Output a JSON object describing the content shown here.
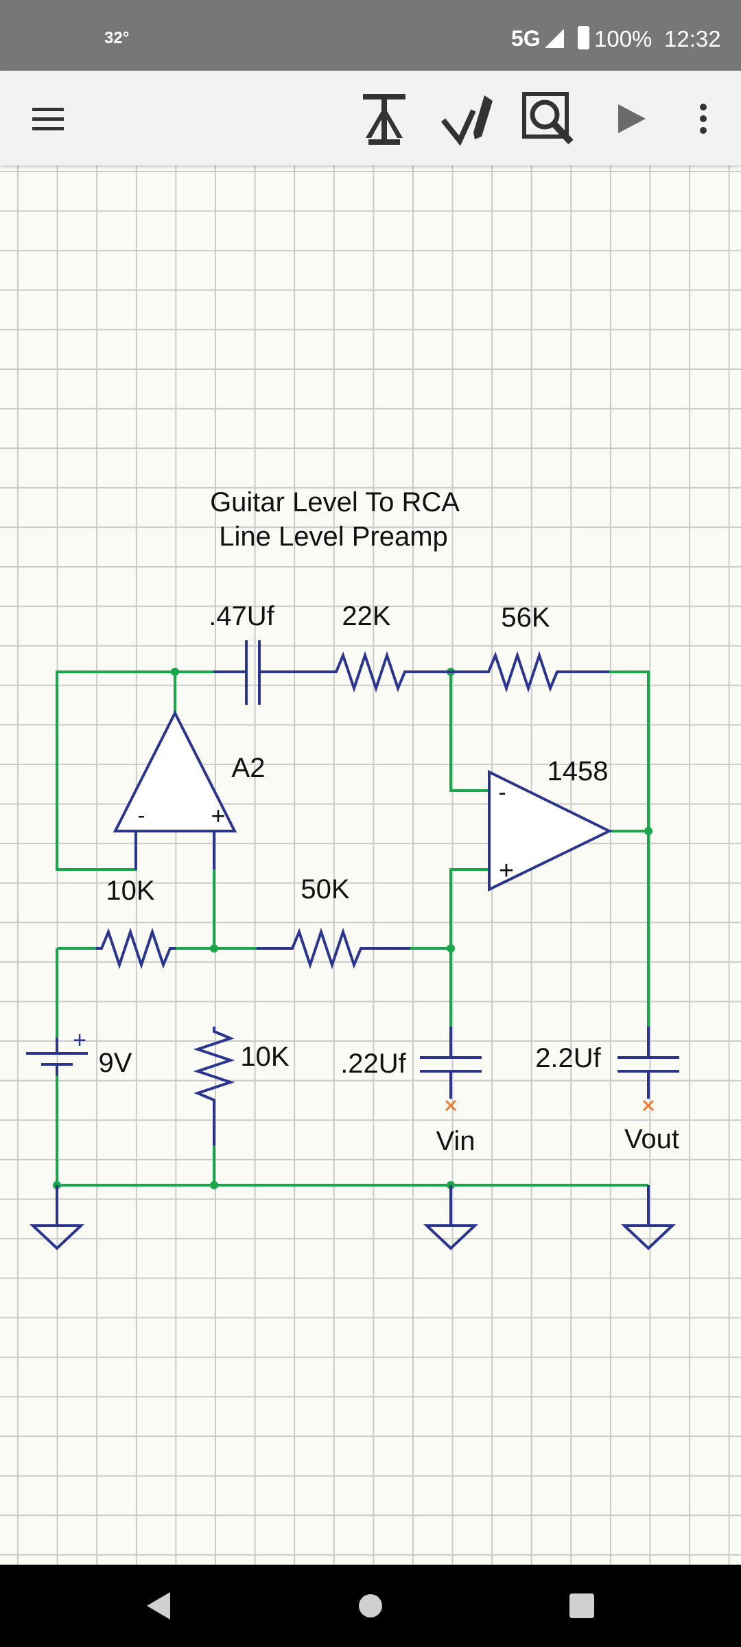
{
  "status_bar": {
    "temperature": "32°",
    "network": "5G",
    "battery": "100%",
    "time": "12:32"
  },
  "toolbar": {
    "icons": [
      "menu-icon",
      "component-icon",
      "pencil-icon",
      "search-icon",
      "play-icon",
      "more-vert-icon"
    ]
  },
  "schematic": {
    "title_line1": "Guitar Level To RCA",
    "title_line2": "Line Level Preamp",
    "labels": {
      "cap_input": ".47Uf",
      "r_22k": "22K",
      "r_56k": "56K",
      "opamp_a2": "A2",
      "opamp_1458": "1458",
      "r_10k_top": "10K",
      "r_50k": "50K",
      "battery": "9V",
      "r_10k_vertical": "10K",
      "cap_22": ".22Uf",
      "cap_22_out": "2.2Uf",
      "vin": "Vin",
      "vout": "Vout",
      "a2_minus": "-",
      "a2_plus": "+",
      "u1458_minus": "-",
      "u1458_plus": "+",
      "battery_plus": "+"
    },
    "colors": {
      "wire": "#1aa64a",
      "component": "#2a3590",
      "terminal": "#f07a2a"
    }
  },
  "nav_bar": {
    "buttons": [
      "back-icon",
      "home-icon",
      "recents-icon"
    ]
  }
}
